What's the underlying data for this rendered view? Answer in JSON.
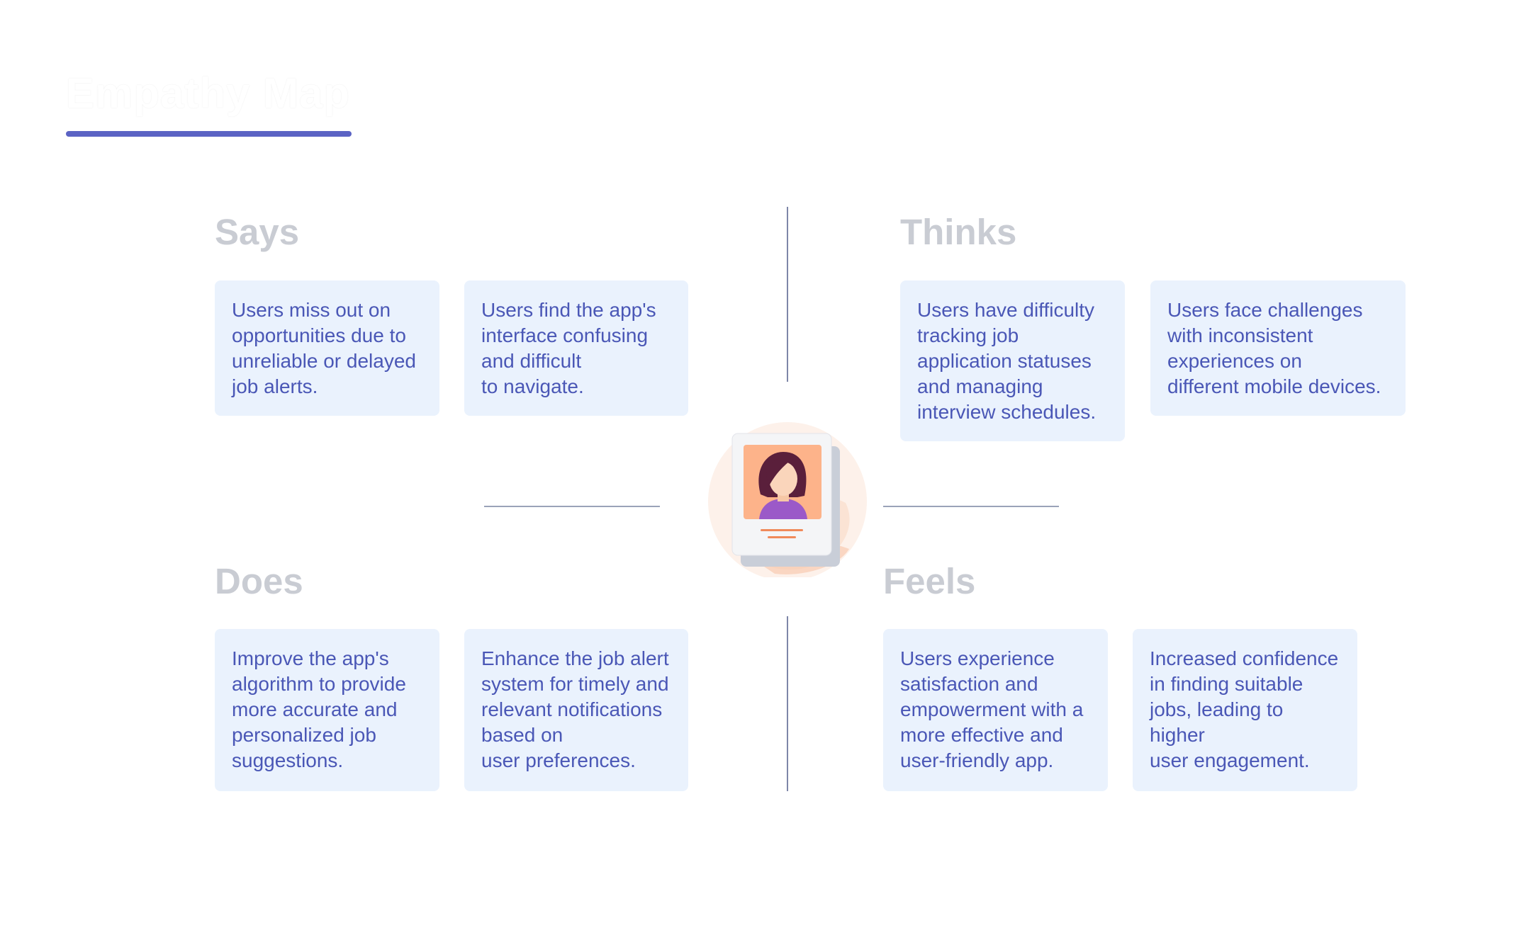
{
  "title": "Empathy Map",
  "colors": {
    "accent": "#5b63c4",
    "card_bg": "#eaf2fd",
    "card_text": "#4a57b6",
    "heading": "#c9ccd3",
    "divider": "#7e86a8"
  },
  "quadrants": {
    "says": {
      "heading": "Says",
      "cards": [
        "Users miss out on\nopportunities due to\nunreliable or delayed\njob alerts.",
        "Users find the app's\ninterface confusing\nand difficult\nto navigate."
      ]
    },
    "thinks": {
      "heading": "Thinks",
      "cards": [
        "Users have difficulty\ntracking job\napplication statuses\nand managing\ninterview schedules.",
        "Users face challenges\nwith inconsistent\nexperiences on\ndifferent mobile devices."
      ]
    },
    "does": {
      "heading": "Does",
      "cards": [
        "Improve the app's\nalgorithm to provide\nmore accurate and\npersonalized job\nsuggestions.",
        "Enhance the job alert\nsystem for timely and\nrelevant notifications\nbased on\nuser preferences."
      ]
    },
    "feels": {
      "heading": "Feels",
      "cards": [
        "Users experience\nsatisfaction and\nempowerment with a\nmore effective and\nuser-friendly app.",
        "Increased confidence\nin finding suitable\njobs, leading to\nhigher\nuser engagement."
      ]
    }
  },
  "persona_icon": "user-profile-card-icon"
}
